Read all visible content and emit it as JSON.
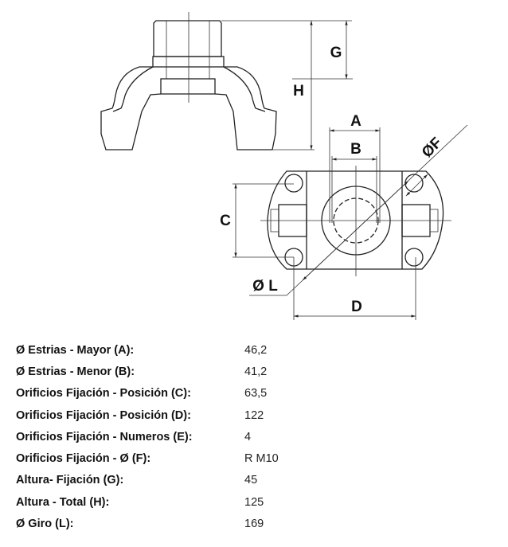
{
  "drawing": {
    "labels": {
      "A": "A",
      "B": "B",
      "C": "C",
      "D": "D",
      "F": "ØF",
      "G": "G",
      "H": "H",
      "L": "Ø L"
    }
  },
  "specs": [
    {
      "label": "Ø Estrias - Mayor (A):",
      "value": "46,2"
    },
    {
      "label": "Ø Estrias - Menor (B):",
      "value": "41,2"
    },
    {
      "label": "Orificios Fijación - Posición (C):",
      "value": "63,5"
    },
    {
      "label": "Orificios Fijación - Posición (D):",
      "value": "122"
    },
    {
      "label": "Orificios Fijación - Numeros (E):",
      "value": "4"
    },
    {
      "label": "Orificios Fijación - Ø (F):",
      "value": "R M10"
    },
    {
      "label": "Altura- Fijación (G):",
      "value": "45"
    },
    {
      "label": "Altura - Total (H):",
      "value": "125"
    },
    {
      "label": "Ø Giro (L):",
      "value": "169"
    }
  ]
}
